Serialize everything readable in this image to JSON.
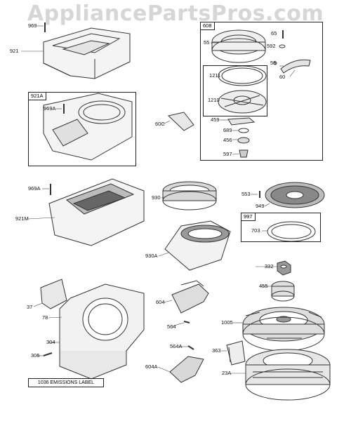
{
  "watermark": "AppliancePartsPros.com",
  "labels": {
    "l969": "969",
    "l921": "921",
    "l921A": "921A",
    "l969A_top": "969A",
    "l60C": "60C",
    "l608": "608",
    "l55": "55",
    "l65": "65",
    "l592": "592",
    "l58": "58",
    "l60": "60",
    "l1211": "1211",
    "l1210": "1210",
    "l459": "459",
    "l689": "689",
    "l456": "456",
    "l597": "597",
    "l969A": "969A",
    "l921M": "921M",
    "l930": "930",
    "l930A": "930A",
    "l553": "553",
    "l949": "949",
    "l997": "997",
    "l703": "703",
    "l332": "332",
    "l455": "455",
    "l37": "37",
    "l78": "78",
    "l304": "304",
    "l305": "305",
    "l604": "604",
    "l564": "564",
    "l564A": "564A",
    "l604A": "604A",
    "l363": "363",
    "l1005": "1005",
    "l23A": "23A"
  },
  "emissions_label": "1036 EMISSIONS LABEL"
}
